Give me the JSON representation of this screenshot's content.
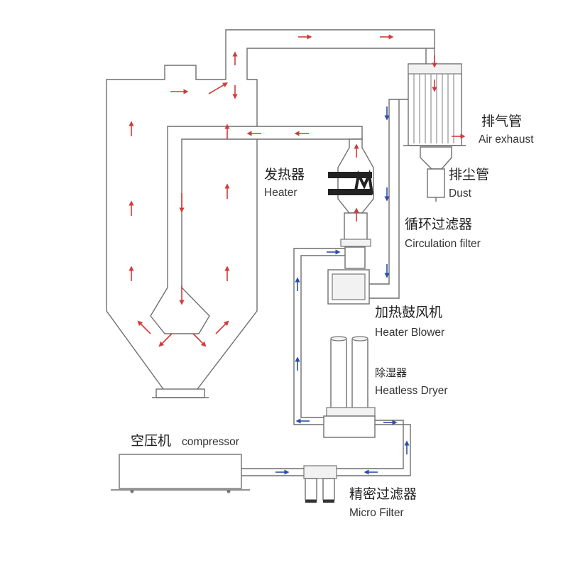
{
  "labels": {
    "air_exhaust_cn": "排气管",
    "air_exhaust_en": "Air exhaust",
    "dust_cn": "排尘管",
    "dust_en": "Dust",
    "heater_cn": "发热器",
    "heater_en": "Heater",
    "circulation_filter_cn": "循环过滤器",
    "circulation_filter_en": "Circulation filter",
    "heater_blower_cn": "加热鼓风机",
    "heater_blower_en": "Heater Blower",
    "heatless_dryer_cn": "除湿器",
    "heatless_dryer_en": "Heatless Dryer",
    "compressor_cn": "空压机",
    "compressor_en": "compressor",
    "micro_filter_cn": "精密过滤器",
    "micro_filter_en": "Micro Filter"
  },
  "colors": {
    "hot_air_arrow": "#d03c3c",
    "dry_air_arrow": "#2c4da8",
    "pipe": "#6f6f6f"
  }
}
